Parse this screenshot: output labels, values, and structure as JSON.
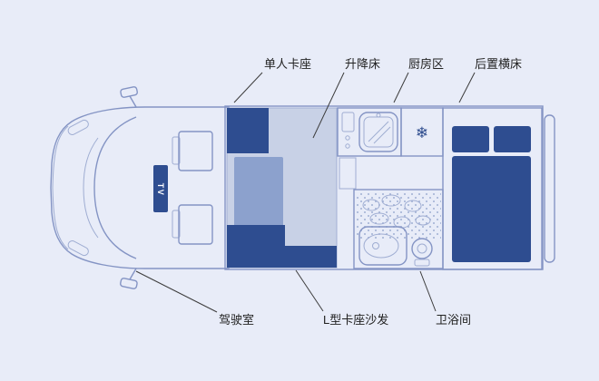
{
  "diagram": {
    "tv_label": "TV",
    "fridge_icon": "❄",
    "callouts_top": [
      "单人卡座",
      "升降床",
      "厨房区",
      "后置横床"
    ],
    "callouts_bottom": [
      "驾驶室",
      "L型卡座沙发",
      "卫浴间"
    ]
  },
  "colors": {
    "background": "#e8ecf8",
    "dark_navy": "#2e4d90",
    "bed_zone_fill": "#c8d1e6",
    "table_fill": "#8ca1cd",
    "rear_zone_fill": "#cdd7eb",
    "module_fill": "#e2e8f5",
    "outline": "#8494c4",
    "leader_line": "#3c3c3c",
    "label_text": "#222222"
  }
}
